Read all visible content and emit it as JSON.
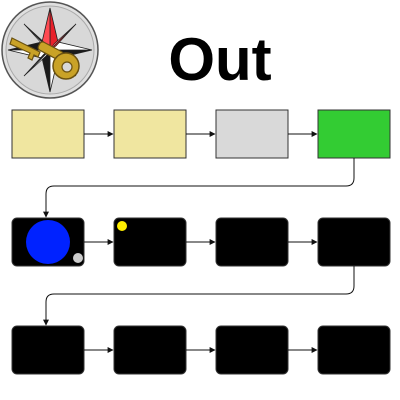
{
  "title": "Out",
  "logo": {
    "icon": "compass-key-icon",
    "colors": {
      "ring": "#d8d8d8",
      "star_red": "#e8202a",
      "star_dark": "#1a1a1a",
      "star_white": "#ffffff",
      "key": "#c9a227",
      "key_outline": "#6b5210"
    }
  },
  "colors": {
    "box_stroke": "#333333",
    "arrow": "#111111",
    "yellow": "#f0e6a0",
    "gray": "#d9d9d9",
    "green": "#33cc33",
    "black": "#000000",
    "blue": "#0022ff",
    "yellow_dot": "#ffee00",
    "gray_dot": "#cccccc"
  },
  "rows": [
    {
      "boxes": [
        {
          "fill": "yellow"
        },
        {
          "fill": "yellow"
        },
        {
          "fill": "gray"
        },
        {
          "fill": "green"
        }
      ]
    },
    {
      "boxes": [
        {
          "fill": "black",
          "markers": [
            "blue-circle",
            "gray-dot"
          ]
        },
        {
          "fill": "black",
          "markers": [
            "yellow-dot"
          ]
        },
        {
          "fill": "black"
        },
        {
          "fill": "black"
        }
      ]
    },
    {
      "boxes": [
        {
          "fill": "black"
        },
        {
          "fill": "black"
        },
        {
          "fill": "black"
        },
        {
          "fill": "black"
        }
      ]
    }
  ]
}
